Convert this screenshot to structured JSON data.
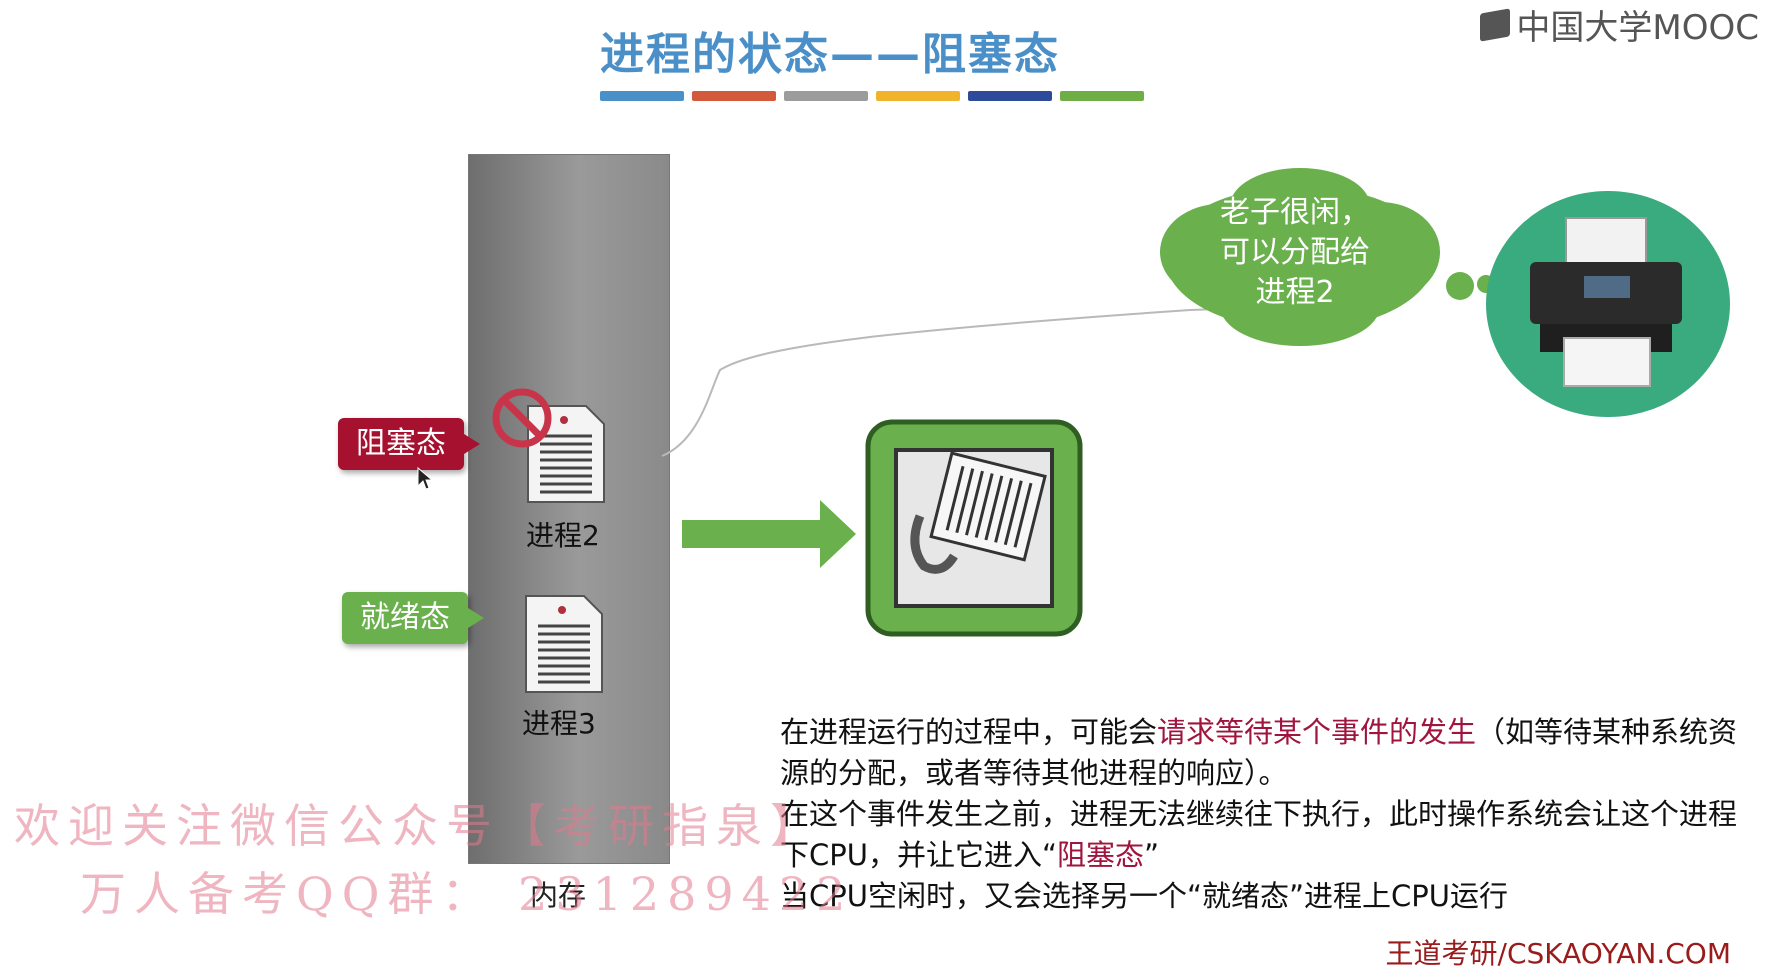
{
  "header": {
    "title": "进程的状态——阻塞态",
    "logo_text": "中国大学MOOC",
    "bar_colors": [
      "#4a90c8",
      "#d2593b",
      "#9c9c9c",
      "#f0b42b",
      "#2e4a9a",
      "#6fae45"
    ]
  },
  "memory": {
    "label": "内存"
  },
  "processes": [
    {
      "name": "进程2",
      "state": "阻塞态",
      "state_color": "#a5112e",
      "blocked_icon": "prohibited-icon"
    },
    {
      "name": "进程3",
      "state": "就绪态",
      "state_color": "#6ab04c"
    }
  ],
  "cpu": {
    "icon": "cpu-chip-icon",
    "frame_color": "#6ab04c"
  },
  "printer": {
    "icon": "printer-icon",
    "bubble_lines": [
      "老子很闲，",
      "可以分配给",
      "进程2"
    ],
    "circle_color": "#3aaa7f"
  },
  "description": {
    "p1_before": "在进程运行的过程中，可能会",
    "p1_highlight": "请求等待某个事件的发生",
    "p1_after": "（如等待某种系统资源的分配，或者等待其他进程的响应）。",
    "p2_before": "在这个事件发生之前，进程无法继续往下执行，此时操作系统会让这个进程下CPU，并让它进入“",
    "p2_highlight": "阻塞态",
    "p2_after": "”",
    "p3": "当CPU空闲时，又会选择另一个“就绪态”进程上CPU运行"
  },
  "watermark": {
    "line1": "欢迎关注微信公众号【考研指泉】",
    "line2": "万人备考QQ群： 231289422"
  },
  "credit": "王道考研/CSKAOYAN.COM"
}
